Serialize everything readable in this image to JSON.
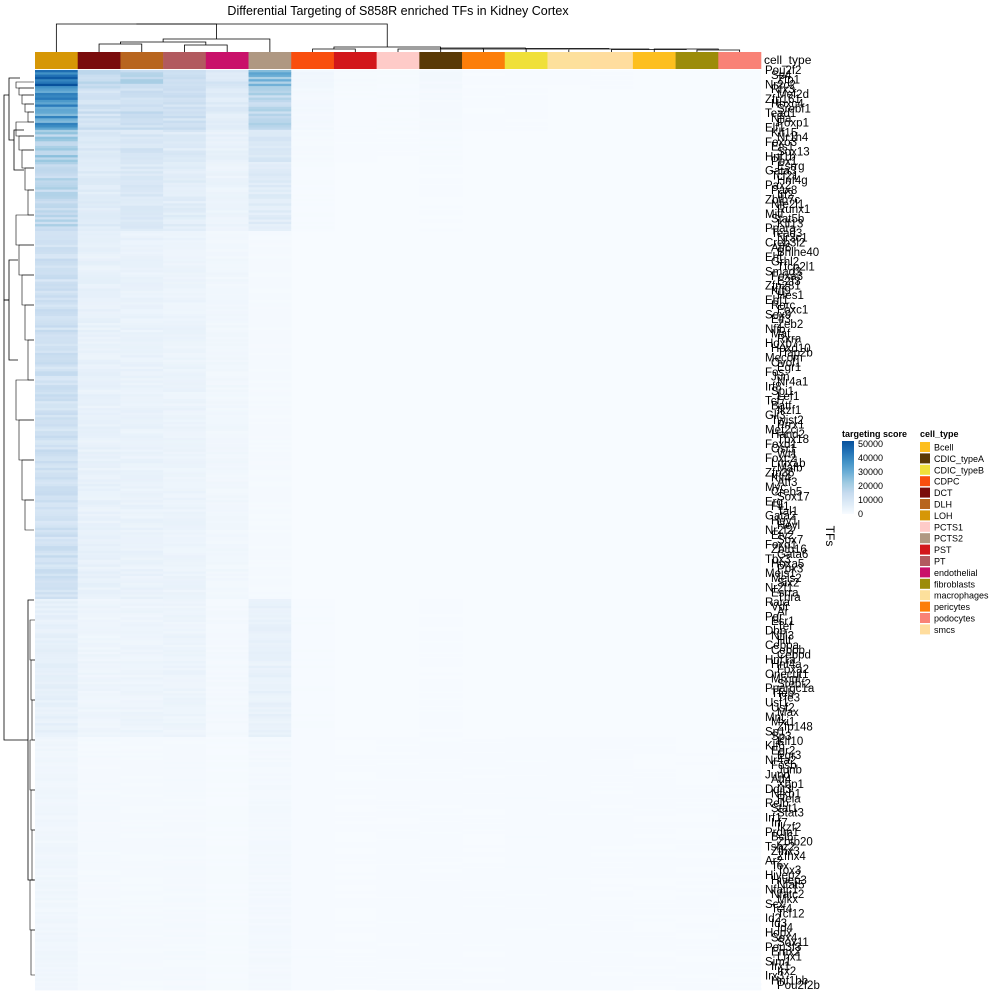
{
  "chart_data": {
    "type": "heatmap",
    "title": "Differential Targeting of S858R enriched TFs in Kidney Cortex",
    "annotation_label": "cell_type",
    "row_axis_label": "TFs",
    "columns": [
      "LOH",
      "DCT",
      "DLH",
      "PT",
      "endothelial",
      "PCTS2",
      "CDPC",
      "PST",
      "PCTS1",
      "CDIC_typeA",
      "pericytes",
      "CDIC_typeB",
      "macrophages",
      "smcs",
      "Bcell",
      "fibroblasts",
      "podocytes"
    ],
    "column_colors": {
      "Bcell": "#FDBF1F",
      "CDIC_typeA": "#5A3A06",
      "CDIC_typeB": "#F0E03A",
      "CDPC": "#F94E0E",
      "DCT": "#7A0C0C",
      "DLH": "#B8651E",
      "LOH": "#D69706",
      "PCTS1": "#FECBC8",
      "PCTS2": "#AF9882",
      "PST": "#D2171B",
      "PT": "#B25A5F",
      "endothelial": "#C9116A",
      "fibroblasts": "#9C8C0A",
      "macrophages": "#FDE09C",
      "pericytes": "#FC7E09",
      "podocytes": "#F98276",
      "smcs": "#FFDD9E"
    },
    "row_count": 400,
    "row_blocks": [
      {
        "rows": 8,
        "values": [
          46000,
          16000,
          18000,
          15000,
          9000,
          26000,
          1800,
          600,
          500,
          1200,
          300,
          300,
          300,
          300,
          200,
          200,
          200
        ]
      },
      {
        "rows": 18,
        "values": [
          34000,
          12000,
          14000,
          12000,
          7000,
          17000,
          1200,
          400,
          400,
          900,
          300,
          300,
          200,
          200,
          200,
          200,
          200
        ]
      },
      {
        "rows": 14,
        "values": [
          20000,
          9000,
          10000,
          8000,
          4500,
          9000,
          700,
          300,
          300,
          500,
          200,
          200,
          200,
          200,
          200,
          200,
          200
        ]
      },
      {
        "rows": 30,
        "values": [
          16000,
          7000,
          8000,
          6500,
          3500,
          7000,
          400,
          200,
          200,
          300,
          150,
          150,
          150,
          150,
          150,
          150,
          150
        ]
      },
      {
        "rows": 160,
        "values": [
          12000,
          4500,
          4000,
          3500,
          2000,
          800,
          150,
          100,
          100,
          150,
          100,
          100,
          100,
          100,
          100,
          100,
          100
        ]
      },
      {
        "rows": 60,
        "values": [
          5000,
          2800,
          3000,
          3200,
          1200,
          4500,
          400,
          200,
          200,
          300,
          150,
          200,
          150,
          150,
          150,
          150,
          150
        ]
      },
      {
        "rows": 110,
        "values": [
          2200,
          900,
          800,
          900,
          500,
          1200,
          350,
          250,
          300,
          300,
          300,
          350,
          350,
          300,
          250,
          250,
          250
        ]
      }
    ],
    "legend_score": {
      "title": "targeting score",
      "ticks": [
        "50000",
        "40000",
        "30000",
        "20000",
        "10000",
        "0"
      ],
      "min": 0,
      "max": 52000,
      "colors": [
        "#F7FBFF",
        "#DEEBF7",
        "#C6DBEF",
        "#9ECAE1",
        "#6BAED6",
        "#4292C6",
        "#2171B5",
        "#08519C"
      ]
    },
    "legend_cell_type": {
      "title": "cell_type",
      "items": [
        "Bcell",
        "CDIC_typeA",
        "CDIC_typeB",
        "CDPC",
        "DCT",
        "DLH",
        "LOH",
        "PCTS1",
        "PCTS2",
        "PST",
        "PT",
        "endothelial",
        "fibroblasts",
        "macrophages",
        "pericytes",
        "podocytes",
        "smcs"
      ]
    },
    "row_labels_visible": [
      "Pou2f2",
      "Sp4",
      "Zfp1",
      "Nr2c2",
      "Rfx3",
      "Mef2d",
      "Zfp161",
      "Hoxc4",
      "Srebf1",
      "Tead1",
      "Nfia",
      "Foxp1",
      "Elf1",
      "Klf15",
      "Nr1h4",
      "Foxo3",
      "Ets1",
      "Sox13",
      "Hnf1b",
      "Pbx1",
      "Esrrg",
      "Gata3",
      "Tcf21",
      "Hnf4g",
      "Pax2",
      "Pax8",
      "Irf2",
      "Zbtb7c",
      "Nfe2l1",
      "Runx1",
      "Mitf",
      "Stat5b",
      "Klf13",
      "Ppara",
      "Tead3",
      "Nr3c1",
      "Creb3l2",
      "Atf6",
      "Bhlhe40",
      "Ehf",
      "Grhl2",
      "Tfcp2l1",
      "Smad3",
      "Foxa3",
      "E2f3",
      "Zfp281",
      "Klf9",
      "Hes1",
      "Ebf1",
      "Rorc",
      "Foxc1",
      "Sox9",
      "Elf3",
      "Zeb2",
      "Nfib",
      "Maf",
      "Rxra",
      "Hoxb7",
      "Hoxd10",
      "Tfap2b",
      "Mecom",
      "Ovol1",
      "Egr1",
      "Fos",
      "Jun",
      "Nr4a1",
      "Irf8",
      "Spi1",
      "Lef1",
      "Tcf7",
      "Batf",
      "Ikzf1",
      "Gli3",
      "Twist2",
      "Prrx1",
      "Mef2c",
      "Hand2",
      "Tbx18",
      "Foxd1",
      "Osr1",
      "Wt1",
      "Foxc2",
      "Lmx1b",
      "Mafb",
      "Zfp36",
      "Klf4",
      "Atf3",
      "Myc",
      "Creb5",
      "Sox17",
      "Erg",
      "Fli1",
      "Tal1",
      "Gata2",
      "Hey1",
      "Heyl",
      "Nr2f2",
      "Etv2",
      "Sox7",
      "Foxo1",
      "Zbtb16",
      "Gata6",
      "Tbx3",
      "Hoxa5",
      "Pbx3",
      "Meis1",
      "Meis2",
      "Six2",
      "Nr2f1",
      "Esrra",
      "Thra",
      "Rara",
      "Vdr",
      "Ar",
      "Pgr",
      "Esr1",
      "Tef",
      "Dbp",
      "Nfil3",
      "Hlf",
      "Cebpa",
      "Cebpb",
      "Cebpd",
      "Hnf1a",
      "Hnf4a",
      "Foxa2",
      "Onecut1",
      "Mlxipl",
      "Srebf2",
      "Ppargc1a",
      "Tfeb",
      "Tfe3",
      "Usf1",
      "Usf2",
      "Max",
      "Mnt",
      "Mxi1",
      "Zfp148",
      "Sp1",
      "Sp3",
      "Klf10",
      "Klf6",
      "Egr2",
      "Egr3",
      "Nr4a2",
      "Fosb",
      "Junb",
      "Jund",
      "Atf4",
      "Xbp1",
      "Ddit3",
      "Nfkb1",
      "Rela",
      "Relb",
      "Stat1",
      "Stat3",
      "Irf1",
      "Irf7",
      "Ikzf2",
      "Prdm1",
      "Bcl6",
      "Zbtb20",
      "Tshz2",
      "Zfhx3",
      "Zfhx4",
      "Ar2",
      "Tox",
      "Tox3",
      "Hivep2",
      "Hivep3",
      "Nfat5",
      "Nfatc1",
      "Nfatc2",
      "Mkx",
      "Scx",
      "Tcf4",
      "Tcf12",
      "Id2",
      "Id3",
      "Id4",
      "Hopx",
      "Sox4",
      "Sox11",
      "Pou3f3",
      "Emx2",
      "Lhx1",
      "Sim1",
      "Irx1",
      "Irx2",
      "Irx3",
      "Hnf1bb",
      "Pou2f2b"
    ]
  }
}
